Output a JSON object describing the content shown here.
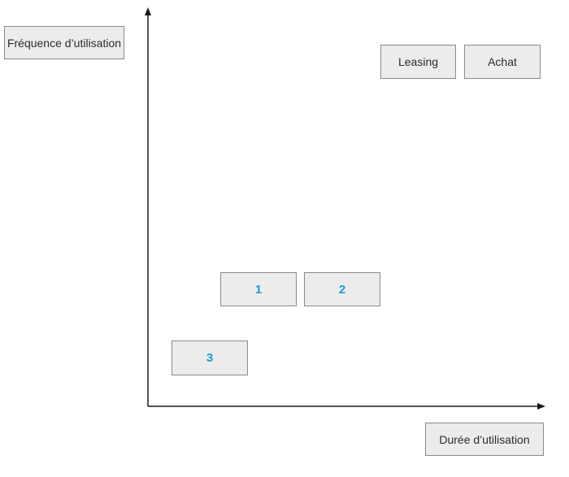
{
  "axes": {
    "y_label": "Fréquence d’utilisation",
    "x_label": "Durée d’utilisation"
  },
  "boxes": {
    "leasing": "Leasing",
    "achat": "Achat",
    "one": "1",
    "two": "2",
    "three": "3"
  },
  "colors": {
    "number_text": "#1a9bd7",
    "box_fill": "#ececec",
    "box_border": "#8a8a8a",
    "axis": "#1a1a1a"
  }
}
